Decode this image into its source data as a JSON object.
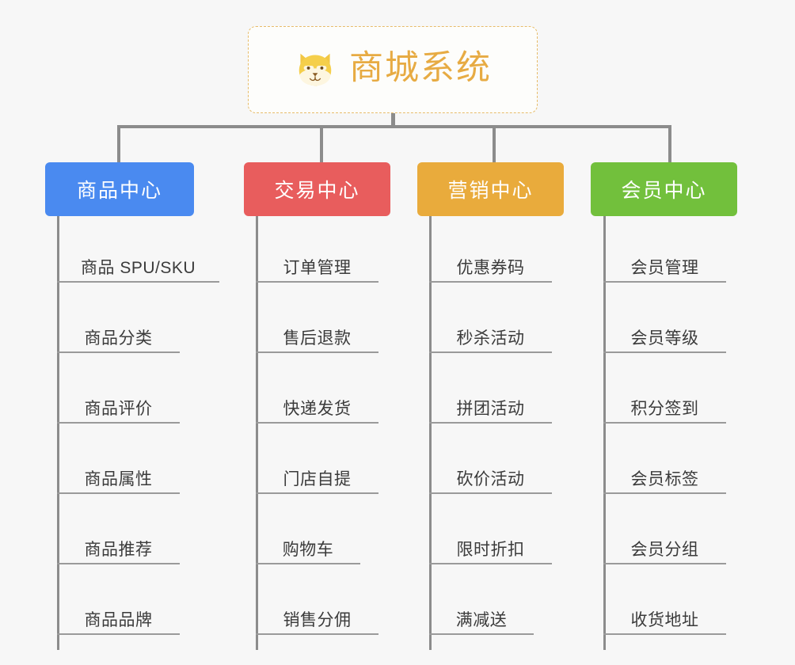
{
  "root": {
    "title": "商城系统",
    "icon": "shiba-dog-icon",
    "border_color": "#e7bc6a",
    "text_color": "#e7ab43",
    "background": "#fdfdfb"
  },
  "canvas": {
    "background": "#f7f7f7",
    "connector_color": "#8c8c8c",
    "rule_color": "#9a9a9a",
    "leaf_text_color": "#3b3b3b"
  },
  "columns": [
    {
      "title": "商品中心",
      "color": "#4a8af0",
      "items": [
        "商品 SPU/SKU",
        "商品分类",
        "商品评价",
        "商品属性",
        "商品推荐",
        "商品品牌"
      ]
    },
    {
      "title": "交易中心",
      "color": "#e85d5d",
      "items": [
        "订单管理",
        "售后退款",
        "快递发货",
        "门店自提",
        "购物车",
        "销售分佣"
      ]
    },
    {
      "title": "营销中心",
      "color": "#e9ab3c",
      "items": [
        "优惠券码",
        "秒杀活动",
        "拼团活动",
        "砍价活动",
        "限时折扣",
        "满减送"
      ]
    },
    {
      "title": "会员中心",
      "color": "#72c03c",
      "items": [
        "会员管理",
        "会员等级",
        "积分签到",
        "会员标签",
        "会员分组",
        "收货地址"
      ]
    }
  ]
}
